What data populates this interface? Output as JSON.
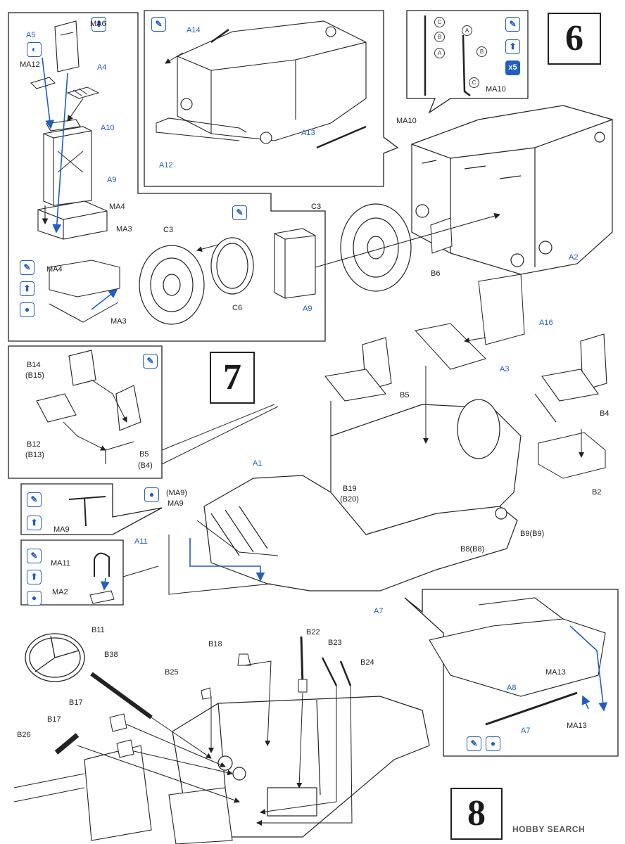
{
  "steps": {
    "six": "6",
    "seven": "7",
    "eight": "8"
  },
  "icons": {
    "glue": "glue-bottle-icon",
    "paint": "paint-drop-icon",
    "attach": "upward-arrow-icon",
    "repeat": "x5"
  },
  "colors": {
    "blue": "#1f5fbf",
    "line": "#222222"
  },
  "step6": {
    "topleft": {
      "a5": "A5",
      "ma6": "MA6",
      "ma12": "MA12",
      "a4": "A4",
      "a10": "A10",
      "a9": "A9",
      "ma4": "MA4",
      "ma3": "MA3"
    },
    "inset_seat": {
      "ma4": "MA4",
      "ma3": "MA3"
    },
    "center": {
      "c3a": "C3",
      "c6": "C6",
      "a9": "A9",
      "c3b": "C3",
      "b6": "B6"
    },
    "top_inset": {
      "a14": "A14",
      "a12": "A12",
      "a13": "A13"
    },
    "handle_inset": {
      "c1": "C",
      "b1": "B",
      "a1": "A",
      "a2": "A",
      "b2": "B",
      "c2": "C",
      "ma10": "MA10"
    },
    "right": {
      "ma10": "MA10",
      "a2": "A2"
    }
  },
  "step7": {
    "seat_inset": {
      "b14": "B14",
      "b15": "(B15)",
      "b12": "B12",
      "b13": "(B13)",
      "b5": "B5",
      "b4": "(B4)"
    },
    "main": {
      "a16": "A16",
      "a3": "A3",
      "b5": "B5",
      "b4": "B4",
      "b2": "B2",
      "a1": "A1",
      "b19": "B19",
      "b20": "(B20)",
      "b9": "B9(B9)",
      "b8": "B8(B8)",
      "a7": "A7",
      "ma9a": "(MA9)",
      "ma9b": "MA9",
      "a11": "A11"
    },
    "ma9_inset": {
      "ma9": "MA9"
    },
    "ma11_inset": {
      "ma11": "MA11",
      "ma2": "MA2"
    },
    "right_inset": {
      "a8": "A8",
      "ma13a": "MA13",
      "ma13b": "MA13",
      "a7": "A7"
    }
  },
  "step8": {
    "b11": "B11",
    "b38": "B38",
    "b25": "B25",
    "b18": "B18",
    "b22": "B22",
    "b23": "B23",
    "b24": "B24",
    "b17a": "B17",
    "b17b": "B17",
    "b26": "B26"
  },
  "watermark": "HOBBY SEARCH"
}
